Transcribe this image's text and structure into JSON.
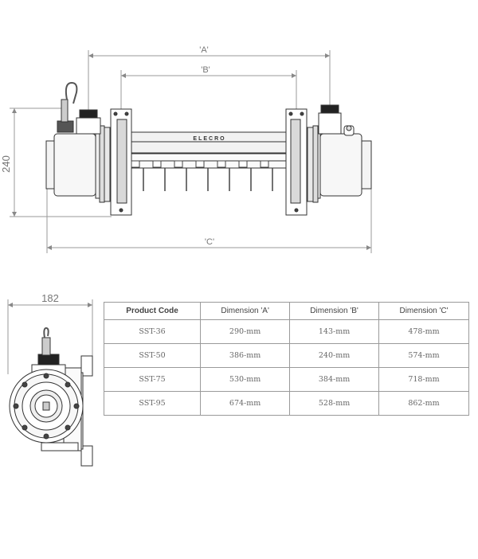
{
  "labels": {
    "dim_a": "'A'",
    "dim_b": "'B'",
    "dim_c": "'C'",
    "height": "240",
    "width": "182",
    "brand": "ELECRO"
  },
  "table": {
    "headers": [
      "Product Code",
      "Dimension 'A'",
      "Dimension 'B'",
      "Dimension 'C'"
    ],
    "rows": [
      [
        "SST-36",
        "290-mm",
        "143-mm",
        "478-mm"
      ],
      [
        "SST-50",
        "386-mm",
        "240-mm",
        "574-mm"
      ],
      [
        "SST-75",
        "530-mm",
        "384-mm",
        "718-mm"
      ],
      [
        "SST-95",
        "674-mm",
        "528-mm",
        "862-mm"
      ]
    ]
  }
}
